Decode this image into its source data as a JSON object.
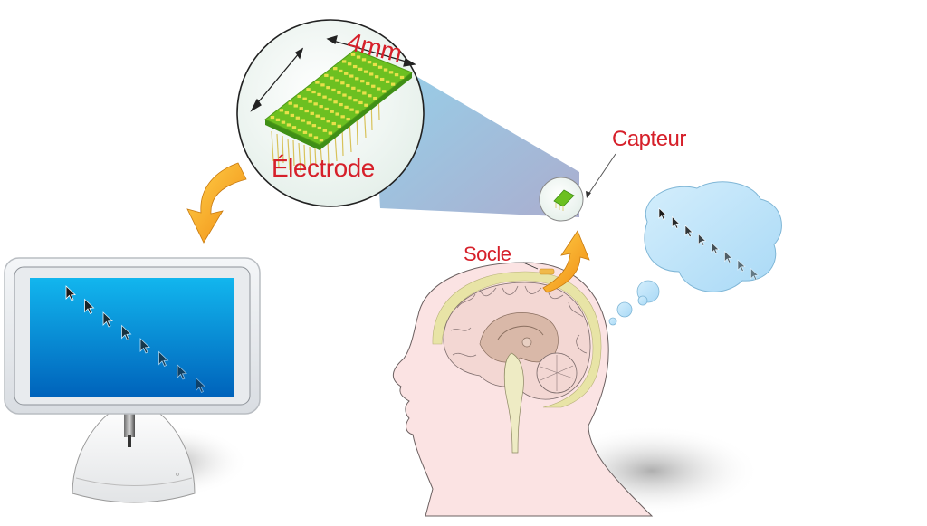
{
  "diagram": {
    "type": "brain-computer-interface-illustration",
    "labels": {
      "dimension": "4mm",
      "electrode": "Électrode",
      "sensor": "Capteur",
      "base": "Socle"
    },
    "components": [
      {
        "id": "electrode-array",
        "description": "Magnified microelectrode array (10x10 grid) inside circle"
      },
      {
        "id": "sensor",
        "description": "Small sensor chip on head, connected to magnified view by blue cone"
      },
      {
        "id": "base",
        "description": "Pedestal on top of skull"
      },
      {
        "id": "head",
        "description": "Sagittal section of human head showing brain"
      },
      {
        "id": "thought-bubble",
        "description": "Cloud containing a diagonal sequence of 8 cursor arrows"
      },
      {
        "id": "monitor",
        "description": "Computer monitor displaying the same 8 cursor arrows"
      }
    ],
    "arrows": [
      {
        "from": "sensor/base",
        "to": "magnified-electrode",
        "color": "#f5a623"
      },
      {
        "from": "magnified-electrode",
        "to": "monitor",
        "color": "#f5a623"
      }
    ],
    "cursor_count": 8
  },
  "colors": {
    "label_red": "#d6202a",
    "arrow_orange": "#f5a623",
    "screen_top": "#12aee8",
    "screen_bottom": "#0064bd",
    "chip_green": "#6cc021",
    "chip_pad": "#e8e04a",
    "bubble_blue": "#bfe4fa",
    "skin": "#fbe3e3",
    "brain": "#f3d7d3",
    "meninges": "#e8e4a6"
  }
}
